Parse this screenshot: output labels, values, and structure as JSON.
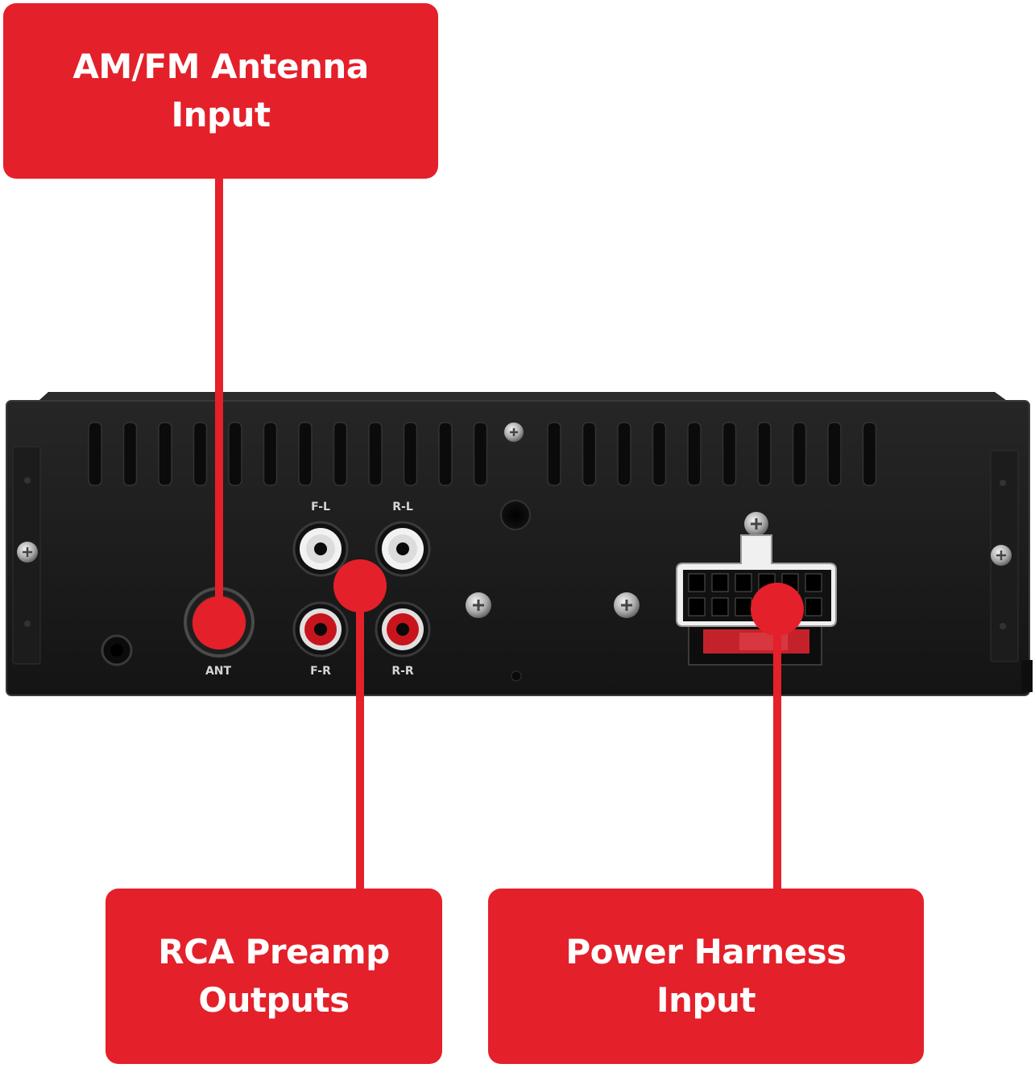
{
  "callouts": {
    "antenna": {
      "line1": "AM/FM Antenna",
      "line2": "Input"
    },
    "rca": {
      "line1": "RCA Preamp",
      "line2": "Outputs"
    },
    "power": {
      "line1": "Power Harness",
      "line2": "Input"
    }
  },
  "port_labels": {
    "front_left": "F-L",
    "rear_left": "R-L",
    "front_right": "F-R",
    "rear_right": "R-R",
    "antenna": "ANT"
  },
  "colors": {
    "accent": "#e4202a",
    "chassis": "#1a1a1a",
    "rca_white": "#f2f2f2",
    "rca_red": "#c8141c"
  },
  "icons": {
    "antenna_jack": "antenna-jack-icon",
    "rca_jack": "rca-jack-icon",
    "harness_connector": "harness-connector-icon",
    "screw": "screw-icon"
  }
}
